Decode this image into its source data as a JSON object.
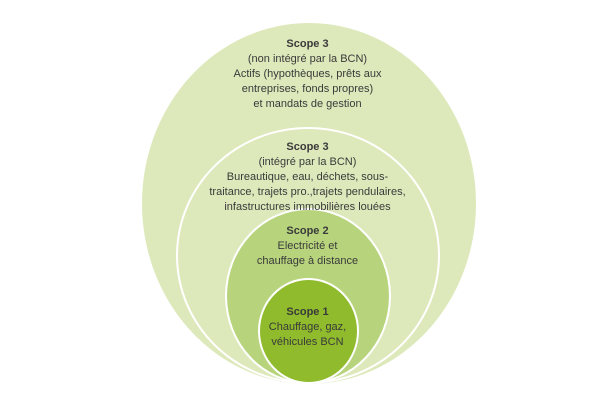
{
  "diagram": {
    "scope3_outer": {
      "title": "Scope 3",
      "lines": [
        "(non intégré par la BCN)",
        "Actifs (hypothèques, prêts aux",
        "entreprises, fonds propres)",
        "et mandats de gestion"
      ]
    },
    "scope3_inner": {
      "title": "Scope 3",
      "lines": [
        "(intégré par la BCN)",
        "Bureautique, eau, déchets, sous-",
        "traitance, trajets pro.,trajets pendulaires,",
        "infastructures immobilières louées"
      ]
    },
    "scope2": {
      "title": "Scope 2",
      "lines": [
        "Electricité et",
        "chauffage à distance"
      ]
    },
    "scope1": {
      "title": "Scope 1",
      "lines": [
        "Chauffage, gaz,",
        "véhicules BCN"
      ]
    },
    "colors": {
      "outer_fill": "#dde9bb",
      "mid_fill": "#dde9bb",
      "inner_fill": "#b7d47d",
      "core_fill": "#8fbb2c",
      "ring_stroke": "#ffffff",
      "text": "#3a3a3a"
    }
  }
}
